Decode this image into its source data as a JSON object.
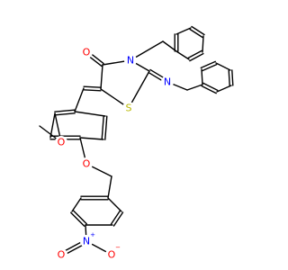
{
  "molecule": {
    "atoms": [
      {
        "id": "O_carbonyl",
        "symbol": "O",
        "element": "oxygen"
      },
      {
        "id": "N_ring",
        "symbol": "N",
        "element": "nitrogen"
      },
      {
        "id": "S_ring",
        "symbol": "S",
        "element": "sulfur"
      },
      {
        "id": "N_imine",
        "symbol": "N",
        "element": "nitrogen"
      },
      {
        "id": "O_methoxy",
        "symbol": "O",
        "element": "oxygen"
      },
      {
        "id": "O_ether",
        "symbol": "O",
        "element": "oxygen"
      },
      {
        "id": "N_nitro",
        "symbol": "N",
        "charge": "+",
        "element": "nitrogen"
      },
      {
        "id": "O_nitro_left",
        "symbol": "O",
        "element": "oxygen"
      },
      {
        "id": "O_nitro_right",
        "symbol": "O",
        "charge": "−",
        "element": "oxygen"
      }
    ]
  },
  "colors": {
    "bond": "#000000",
    "oxygen": "#ff0000",
    "nitrogen": "#0000ff",
    "sulfur": "#b8b800",
    "carbon": "#000000"
  }
}
